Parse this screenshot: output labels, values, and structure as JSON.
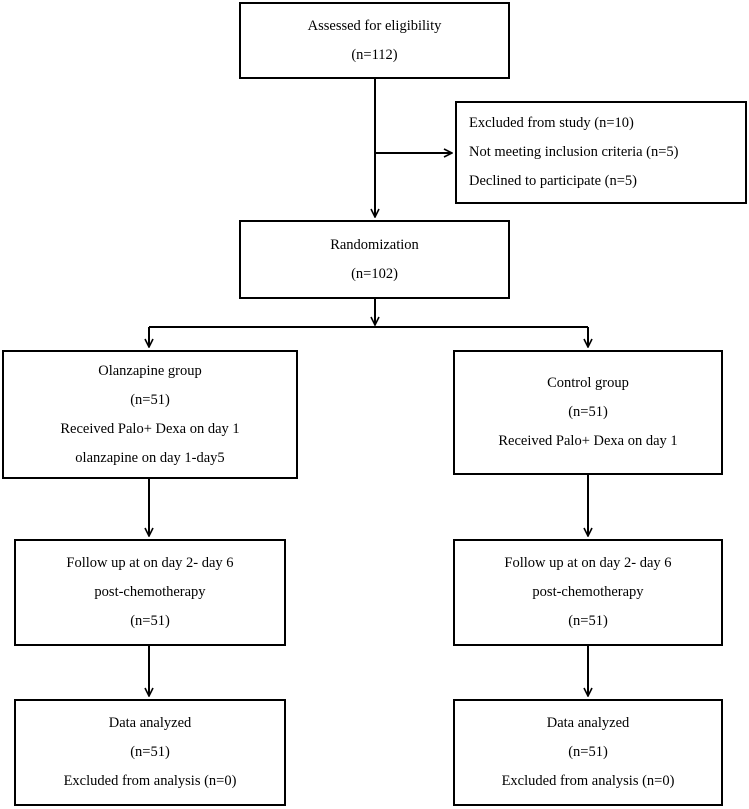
{
  "boxes": {
    "eligibility": {
      "lines": [
        "Assessed for eligibility",
        "(n=112)"
      ]
    },
    "excluded": {
      "lines": [
        "Excluded from study (n=10)",
        "Not meeting inclusion criteria (n=5)",
        "Declined to participate (n=5)"
      ]
    },
    "randomization": {
      "lines": [
        "Randomization",
        "(n=102)"
      ]
    },
    "olanzapine_group": {
      "lines": [
        "Olanzapine group",
        "(n=51)",
        "Received Palo+ Dexa on day 1",
        "olanzapine on day 1-day5"
      ]
    },
    "control_group": {
      "lines": [
        "Control group",
        "(n=51)",
        "Received Palo+ Dexa on day 1"
      ]
    },
    "olanzapine_followup": {
      "lines": [
        "Follow up at on day 2- day 6",
        "post-chemotherapy",
        "(n=51)"
      ]
    },
    "control_followup": {
      "lines": [
        "Follow up at on day 2- day 6",
        "post-chemotherapy",
        "(n=51)"
      ]
    },
    "olanzapine_analysis": {
      "lines": [
        "Data analyzed",
        "(n=51)",
        "Excluded from analysis (n=0)"
      ]
    },
    "control_analysis": {
      "lines": [
        "Data analyzed",
        "(n=51)",
        "Excluded from analysis (n=0)"
      ]
    }
  }
}
